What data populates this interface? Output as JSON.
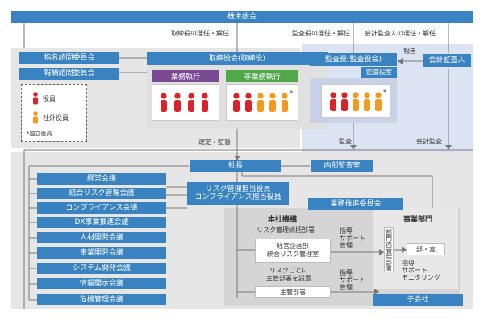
{
  "colors": {
    "blue": "#3a83c3",
    "grey": "#e6e6e6",
    "lavender": "#dce3f2",
    "red": "#d9222a",
    "orange": "#f39a1e",
    "green": "#50a84a",
    "purple": "#7a4a92"
  },
  "top": {
    "shareholders": "株主総会"
  },
  "labels": {
    "director_election": "取締役の選任・解任",
    "auditor_election": "監査役の選任・解任",
    "accounting_auditor_election": "会計監査人の選任・解任",
    "report": "報告",
    "appoint_supervise": "選定・監督",
    "audit": "監査",
    "accounting_audit": "会計監査",
    "guidance_1": "指導\nサポート\n管理",
    "guidance_2": "指導\nサポート\n管理",
    "guidance_bu": "指導\nサポート\nモニタリング"
  },
  "committees": {
    "nomination": "指名諮問委員会",
    "compensation": "報酬諮問委員会"
  },
  "legend": {
    "officer": "役員",
    "outside_officer": "社外役員",
    "independent": "*独立役員"
  },
  "board": {
    "title": "取締役会(取締役)",
    "executive": "業務執行",
    "non_executive": "非業務執行",
    "executive_officers": {
      "red": 4,
      "orange": 0
    },
    "non_executive_officers": {
      "red": 2,
      "orange": 3
    },
    "independent_mark": "*"
  },
  "audit_board": {
    "title": "監査役(監査役会)",
    "office": "監査役室",
    "officers": {
      "red": 2,
      "orange": 3
    },
    "independent_mark": "*"
  },
  "accounting_auditor": "会計監査人",
  "president": "社長",
  "internal_audit": "内部監査室",
  "left_meetings": [
    "経営会議",
    "統合リスク管理会議",
    "コンプライアンス会議",
    "DX事業推進会議",
    "人材開発会議",
    "事業開発会議",
    "システム開発会議",
    "情報開示会議",
    "危機管理会議"
  ],
  "risk_officer": "リスク管理担当役員\nコンプライアンス担当役員",
  "business_committee": "業務推進委員会",
  "hq": {
    "title": "本社機構",
    "subtitle": "リスク管理統括部署",
    "mgmt_planning": "経営企画部\n統合リスク管理室",
    "note": "リスクごとに\n主管部署を設置",
    "departments": "主管部署"
  },
  "business_div": {
    "title": "事業部門",
    "internal_mgmt": "部門内管理部署",
    "dept": "部・室"
  },
  "subsidiaries": "子会社"
}
